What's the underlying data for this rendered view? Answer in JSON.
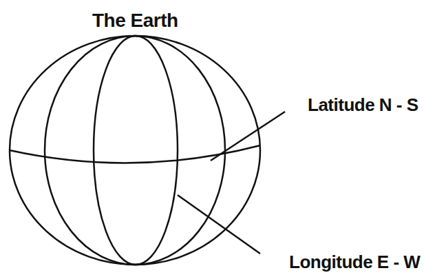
{
  "diagram": {
    "title": "The Earth",
    "labels": [
      "Latitude N - S",
      "Longitude E - W"
    ]
  }
}
